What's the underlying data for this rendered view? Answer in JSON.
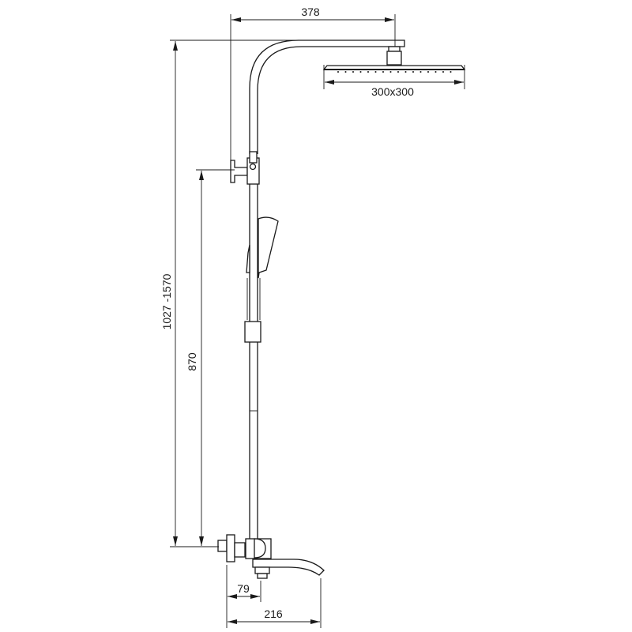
{
  "title": "Shower system dimension drawing",
  "dimensions": {
    "arm_reach": "378",
    "head_size": "300x300",
    "total_height": "1027 -1570",
    "mixer_to_bracket": "870",
    "mixer_offset": "79",
    "spout_length": "216"
  },
  "colors": {
    "line": "#1a1a1a",
    "background": "#ffffff"
  }
}
